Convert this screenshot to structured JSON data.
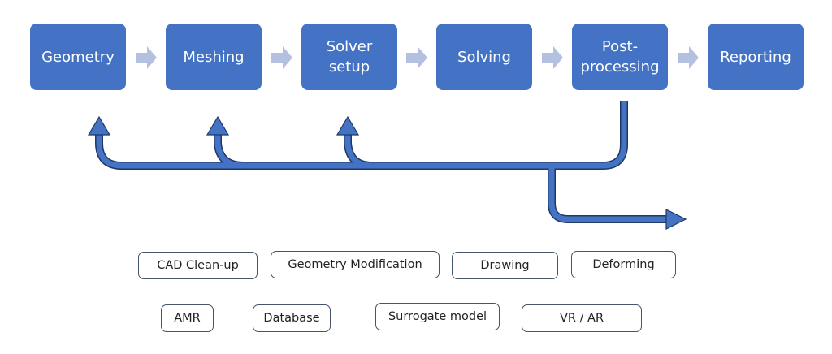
{
  "stages": [
    {
      "label": "Geometry"
    },
    {
      "label": "Meshing"
    },
    {
      "label": "Solver\nsetup"
    },
    {
      "label": "Solving"
    },
    {
      "label": "Post-\nprocessing"
    },
    {
      "label": "Reporting"
    }
  ],
  "tools_row1": [
    {
      "label": "CAD Clean-up"
    },
    {
      "label": "Geometry Modification"
    },
    {
      "label": "Drawing"
    },
    {
      "label": "Deforming"
    }
  ],
  "tools_row2": [
    {
      "label": "AMR"
    },
    {
      "label": "Database"
    },
    {
      "label": "Surrogate model"
    },
    {
      "label": "VR / AR"
    }
  ],
  "colors": {
    "stage_fill": "#4472c4",
    "chevron": "#b4c0e0",
    "feedback_arrow": "#4472c4",
    "arrow_outline": "#1f3864",
    "pill_border": "#44546a"
  }
}
